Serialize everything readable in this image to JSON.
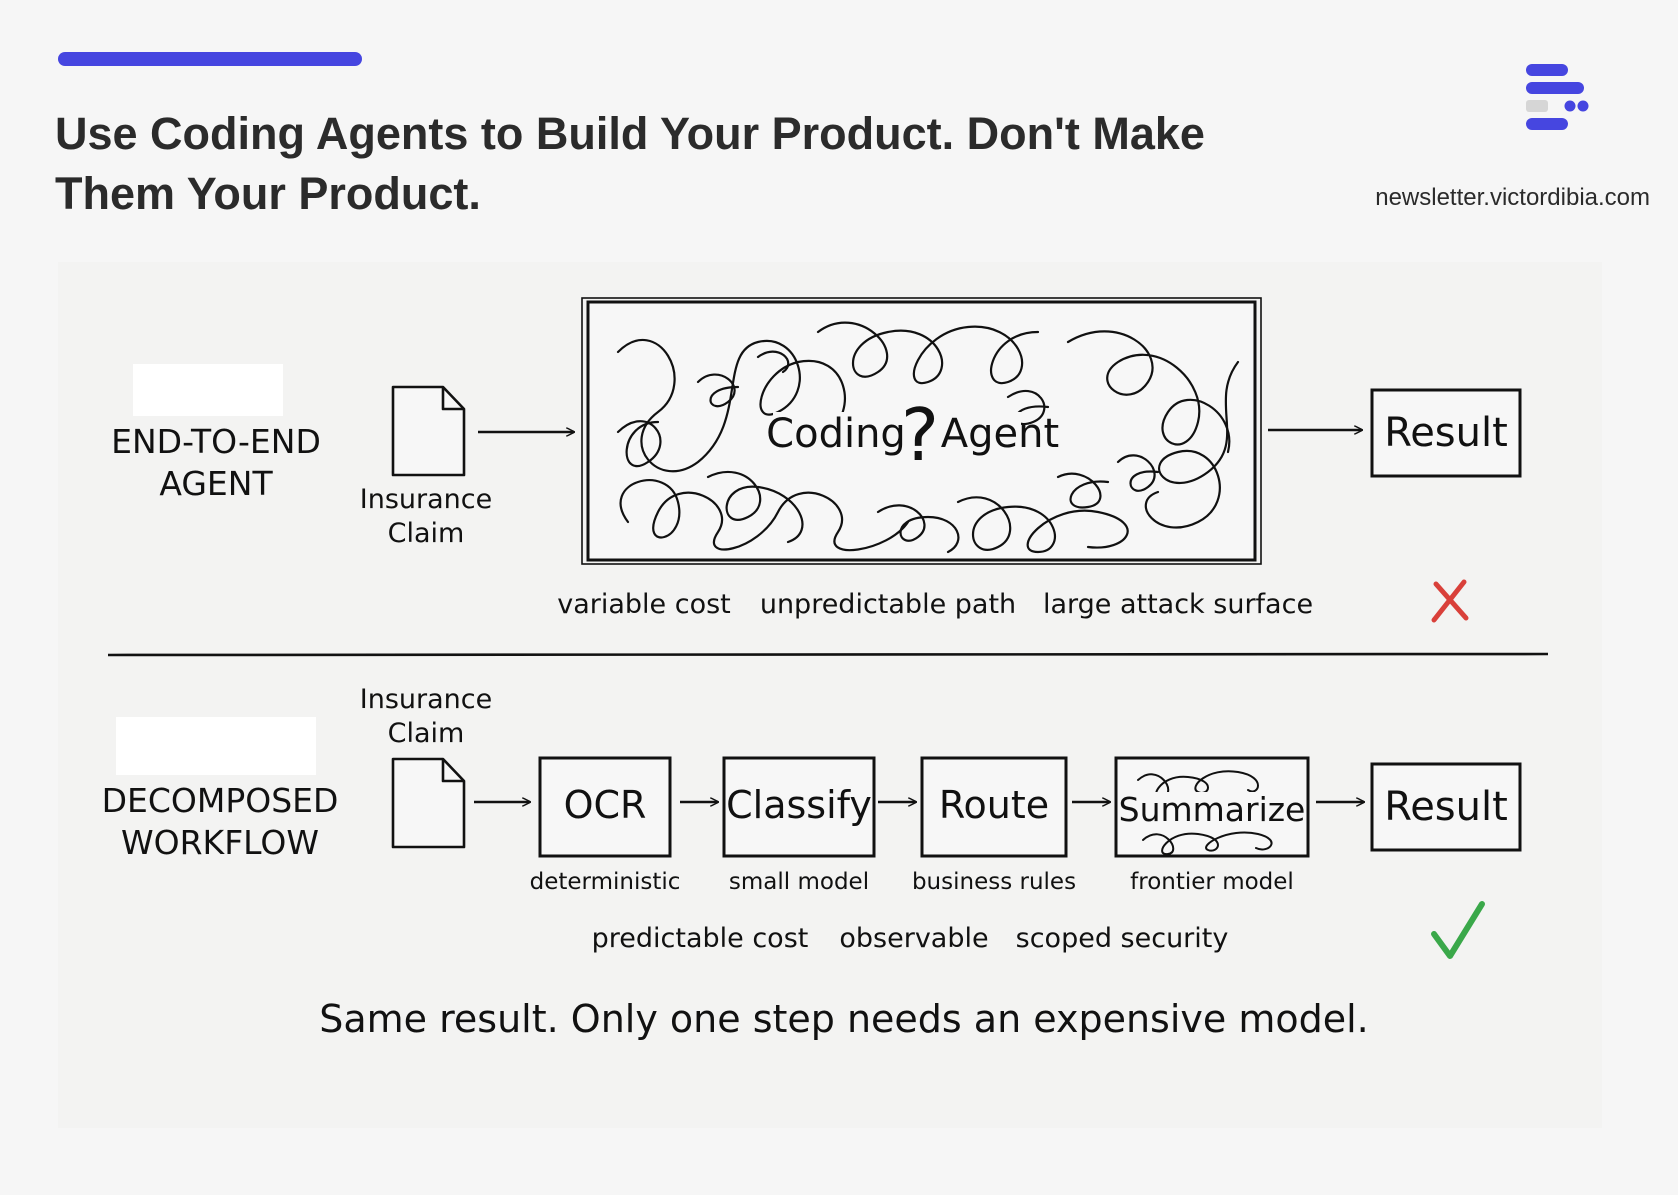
{
  "header": {
    "title_line1": "Use Coding Agents to Build Your Product. Don't Make",
    "title_line2": "Them Your Product.",
    "site": "newsletter.victordibia.com",
    "accent_color": "#4646e0"
  },
  "end_to_end": {
    "label_line1": "END-TO-END",
    "label_line2": "AGENT",
    "input_line1": "Insurance",
    "input_line2": "Claim",
    "agent_word1": "Coding",
    "agent_mark": "?",
    "agent_word2": "Agent",
    "result": "Result",
    "traits": [
      "variable cost",
      "unpredictable path",
      "large attack surface"
    ],
    "verdict_icon": "cross-icon",
    "verdict_color": "#d9403a"
  },
  "decomposed": {
    "label_line1": "DECOMPOSED",
    "label_line2": "WORKFLOW",
    "input_line1": "Insurance",
    "input_line2": "Claim",
    "steps": [
      {
        "name": "OCR",
        "note": "deterministic"
      },
      {
        "name": "Classify",
        "note": "small model"
      },
      {
        "name": "Route",
        "note": "business rules"
      },
      {
        "name": "Summarize",
        "note": "frontier model"
      }
    ],
    "result": "Result",
    "traits": [
      "predictable cost",
      "observable",
      "scoped security"
    ],
    "verdict_icon": "check-icon",
    "verdict_color": "#3aa84a"
  },
  "caption": "Same result. Only one step needs an expensive model."
}
